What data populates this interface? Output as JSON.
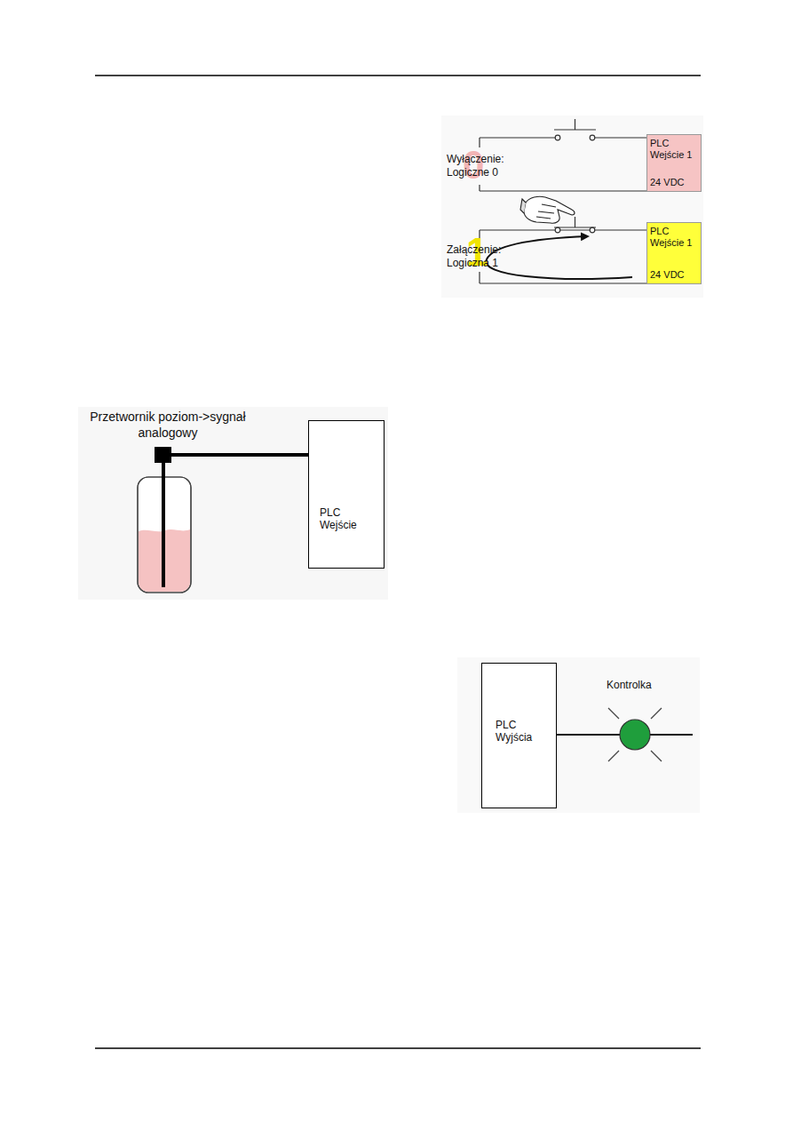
{
  "diagram": {
    "nodes": [
      {
        "text": [
          "PLC Wejście 1",
          "24 VDC"
        ]
      },
      {
        "text": [
          "PLC Wejście 1",
          "24 VDC"
        ]
      },
      {
        "text": [
          "PLC Wejście"
        ]
      },
      {
        "text": [
          "PLC Wyjścia"
        ]
      }
    ],
    "labels": [
      "0",
      "Wyłączenie: Logiczne 0",
      "1",
      "Załączenie: Logiczna 1",
      "Przetwornik poziom->sygnał analogowy",
      "Kontrolka"
    ]
  }
}
